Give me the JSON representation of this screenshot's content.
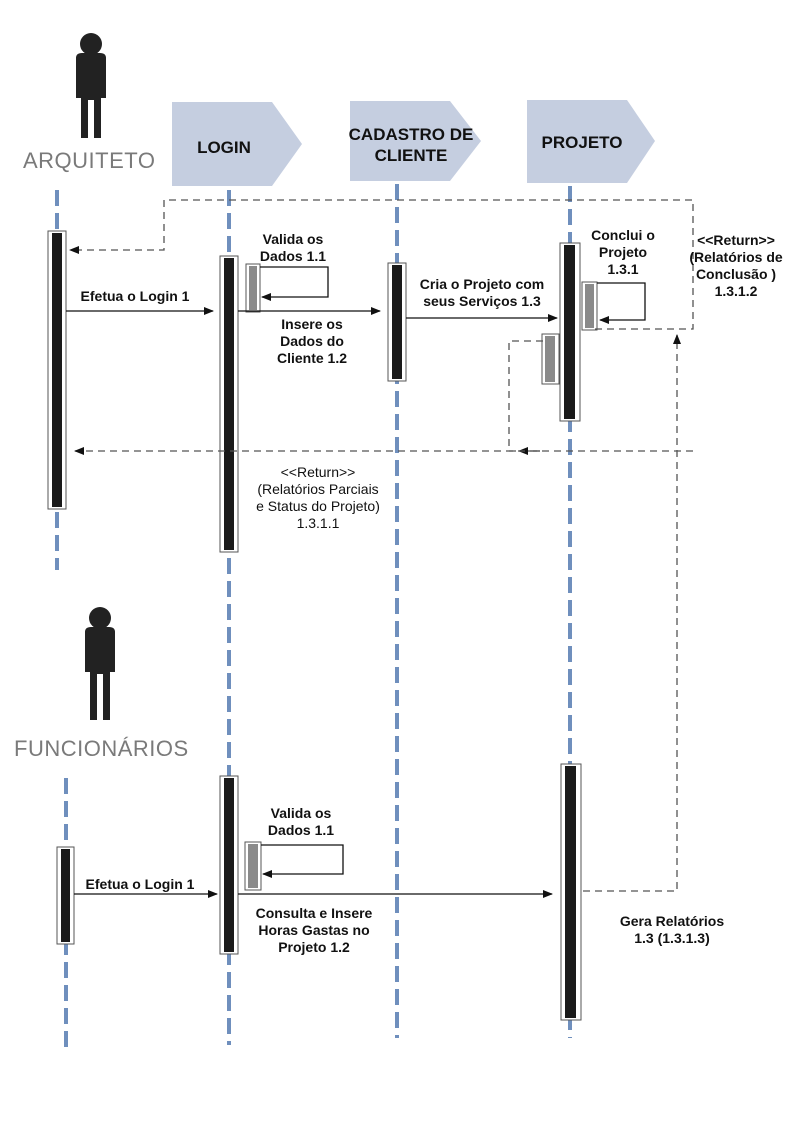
{
  "actors": {
    "architect": {
      "name": "ARQUITETO"
    },
    "employees": {
      "name": "FUNCIONÁRIOS"
    }
  },
  "lifelines": {
    "login": "LOGIN",
    "cadastro": "CADASTRO DE\nCLIENTE",
    "projeto": "PROJETO"
  },
  "messages": {
    "efetua_login_arq": "Efetua o Login  1",
    "valida_dados_1": "Valida os\nDados 1.1",
    "insere_dados": "Insere os\nDados do\nCliente  1.2",
    "cria_projeto": "Cria o Projeto com\nseus Serviços  1.3",
    "conclui_projeto": "Conclui o\nProjeto\n1.3.1",
    "return_conclusao": "<<Return>>\n(Relatórios de\nConclusão )\n1.3.1.2",
    "return_parciais": "<<Return>>\n(Relatórios Parciais\ne Status do Projeto)\n1.3.1.1",
    "efetua_login_func": "Efetua o Login 1",
    "valida_dados_2": "Valida os\nDados 1.1",
    "consulta_horas": "Consulta e Insere\nHoras Gastas no\nProjeto  1.2",
    "gera_relatorios": "Gera Relatórios\n1.3  (1.3.1.3)"
  },
  "colors": {
    "lifeline": "#6f8fbd",
    "header": "#c5cee0",
    "activation": "#1a1a1a",
    "actor_text": "#7a7a7a"
  }
}
